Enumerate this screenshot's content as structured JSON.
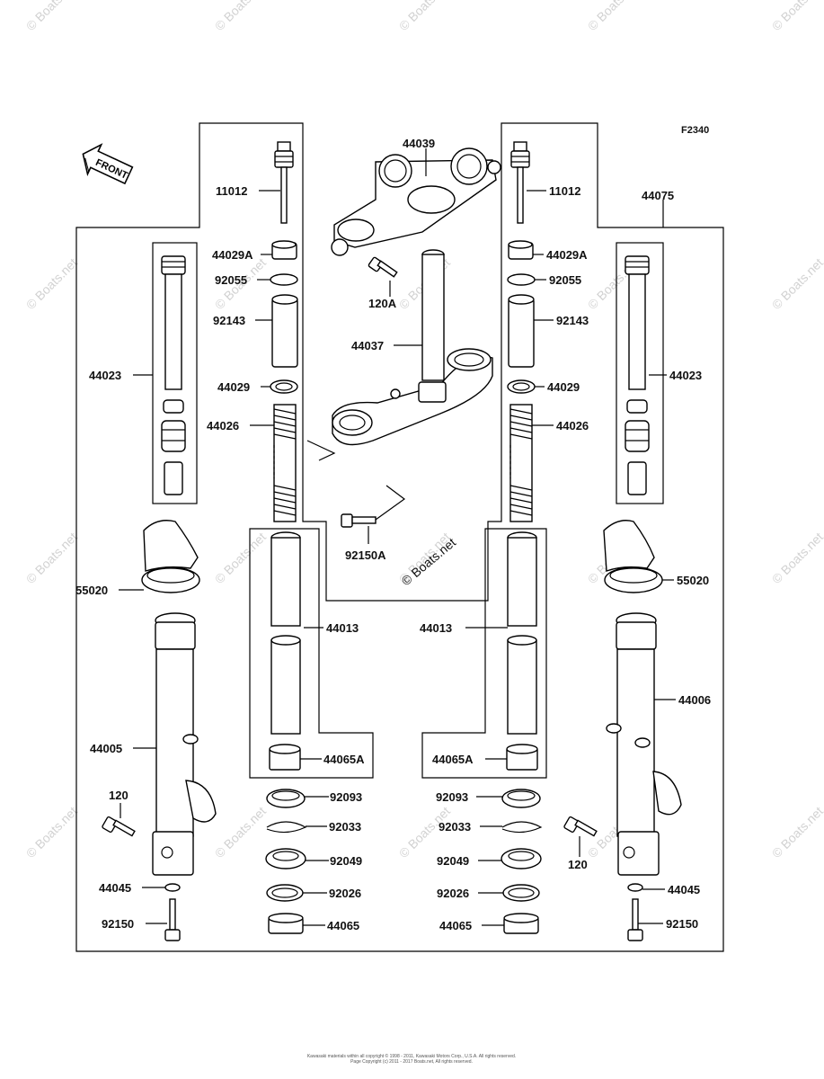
{
  "figure_code": "F2340",
  "front_label": "FRONT",
  "copyright_line1": "Kawasaki materials within all copyright © 1998 - 2011, Kawasaki Motors Corp., U.S.A. All rights reserved.",
  "copyright_line2": "Page Copyright (c) 2011 - 2017 Boats.net, All rights reserved.",
  "watermark_text": "© Boats.net",
  "labels": {
    "l44039": "44039",
    "l11012_left": "11012",
    "l11012_right": "11012",
    "l44075": "44075",
    "l44029A_left": "44029A",
    "l44029A_right": "44029A",
    "l92055_left": "92055",
    "l92055_right": "92055",
    "l120A": "120A",
    "l92143_left": "92143",
    "l92143_right": "92143",
    "l44037": "44037",
    "l44023_left": "44023",
    "l44023_right": "44023",
    "l44029_left": "44029",
    "l44029_right": "44029",
    "l44026_left": "44026",
    "l44026_right": "44026",
    "l92150A": "92150A",
    "l55020_left": "55020",
    "l55020_right": "55020",
    "l44013_left": "44013",
    "l44013_right": "44013",
    "l44006": "44006",
    "l44005": "44005",
    "l44065A_left": "44065A",
    "l44065A_right": "44065A",
    "l120_left": "120",
    "l120_right": "120",
    "l92093_left": "92093",
    "l92093_right": "92093",
    "l92033_left": "92033",
    "l92033_right": "92033",
    "l92049_left": "92049",
    "l92049_right": "92049",
    "l44045_left": "44045",
    "l44045_right": "44045",
    "l92026_left": "92026",
    "l92026_right": "92026",
    "l92150_left": "92150",
    "l92150_right": "92150",
    "l44065_left": "44065",
    "l44065_right": "44065"
  }
}
